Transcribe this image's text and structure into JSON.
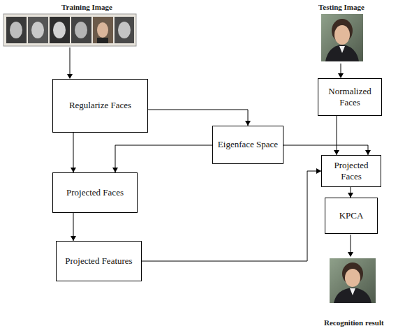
{
  "diagram": {
    "nodes": [
      {
        "text": [
          "Regularize Faces"
        ]
      },
      {
        "text": [
          "Normalized Faces"
        ]
      },
      {
        "text": [
          "Eigenface Space"
        ]
      },
      {
        "text": [
          "Projected Faces"
        ]
      },
      {
        "text": [
          "Projected Faces"
        ]
      },
      {
        "text": [
          "KPCA"
        ]
      },
      {
        "text": [
          "Projected Features"
        ]
      }
    ],
    "edges": [
      {
        "from": 0,
        "to": 2,
        "arrow": "to"
      },
      {
        "from": 0,
        "to": 3,
        "arrow": "to"
      },
      {
        "from": 2,
        "to": 3,
        "arrow": "to"
      },
      {
        "from": 1,
        "to": 4,
        "arrow": "to"
      },
      {
        "from": 2,
        "to": 4,
        "arrow": "to"
      },
      {
        "from": 3,
        "to": 6,
        "arrow": "to"
      },
      {
        "from": 6,
        "to": 4,
        "arrow": "to"
      },
      {
        "from": 4,
        "to": 5,
        "arrow": "to"
      }
    ],
    "labels": [
      "Training Image",
      "Testing Image",
      "Recognition result"
    ]
  }
}
